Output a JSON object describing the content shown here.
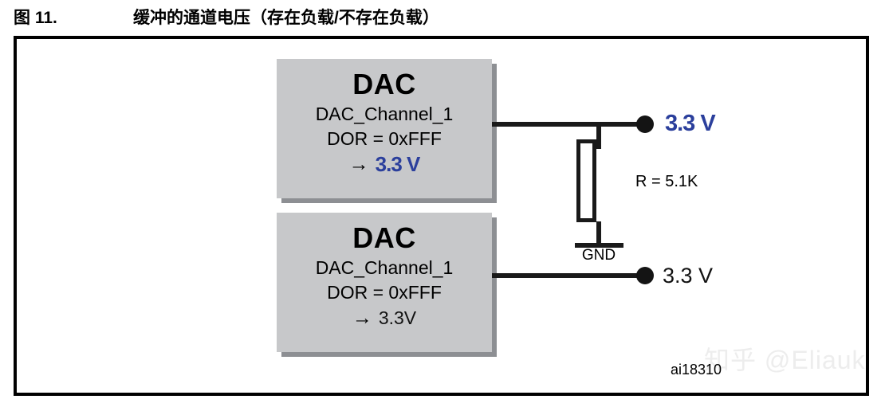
{
  "caption": {
    "number": "图 11.",
    "title": "缓冲的通道电压（存在负载/不存在负载）"
  },
  "colors": {
    "highlight_blue": "#2b3f9c",
    "block_gray": "#c7c8ca",
    "block_shadow": "#8d8f93",
    "wire_black": "#1a1a1a",
    "watermark_gray": "#ededed"
  },
  "diagram": {
    "blocks": [
      {
        "title": "DAC",
        "channel": "DAC_Channel_1",
        "register": "DOR = 0xFFF",
        "arrow": "→",
        "output": "3.3 V",
        "output_emphasis": "blue-bold"
      },
      {
        "title": "DAC",
        "channel": "DAC_Channel_1",
        "register": "DOR = 0xFFF",
        "arrow": "→",
        "output": "3.3V",
        "output_emphasis": "black-regular"
      }
    ],
    "resistor": {
      "value_label": "R = 5.1K",
      "ground_label": "GND"
    },
    "outputs": [
      {
        "label": "3.3 V",
        "emphasis": "blue-bold"
      },
      {
        "label": "3.3 V",
        "emphasis": "black-regular"
      }
    ],
    "figure_id": "ai18310"
  },
  "watermark": {
    "text": "知乎 @Eliauk"
  }
}
